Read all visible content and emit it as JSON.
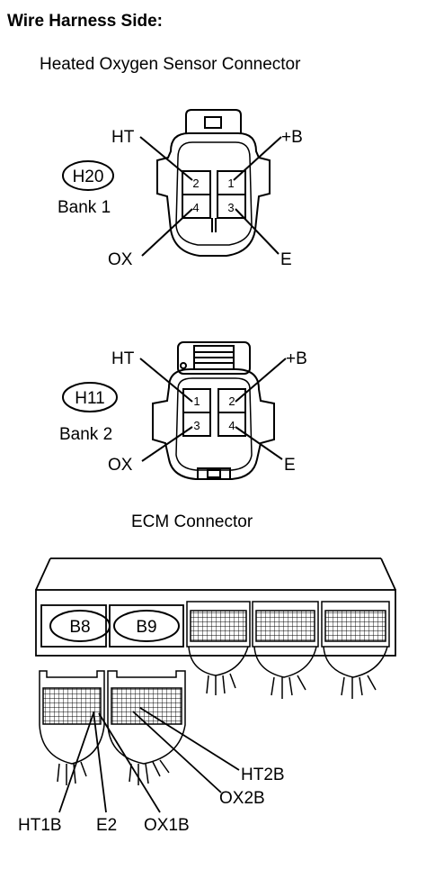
{
  "title": "Wire Harness Side:",
  "sensor_section": {
    "caption": "Heated Oxygen Sensor Connector",
    "bank1": {
      "code": "H20",
      "bank": "Bank 1",
      "labels": {
        "ht": "HT",
        "b": "+B",
        "ox": "OX",
        "e": "E"
      },
      "pins": [
        "2",
        "1",
        "4",
        "3"
      ]
    },
    "bank2": {
      "code": "H11",
      "bank": "Bank 2",
      "labels": {
        "ht": "HT",
        "b": "+B",
        "ox": "OX",
        "e": "E"
      },
      "pins": [
        "1",
        "2",
        "3",
        "4"
      ]
    }
  },
  "ecm_section": {
    "caption": "ECM Connector",
    "connectors": {
      "b8": "B8",
      "b9": "B9"
    },
    "terminals": {
      "ht1b": "HT1B",
      "e2": "E2",
      "ox1b": "OX1B",
      "ox2b": "OX2B",
      "ht2b": "HT2B"
    }
  }
}
